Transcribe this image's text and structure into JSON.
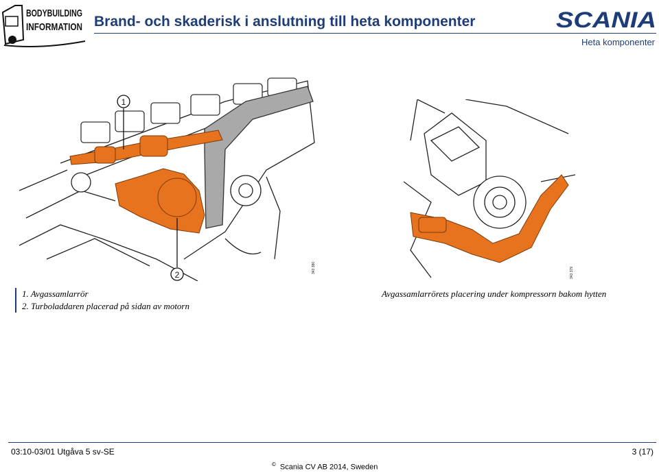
{
  "logo": {
    "line1": "BODYBUILDING",
    "line2": "INFORMATION"
  },
  "header": {
    "title": "Brand- och skaderisk i anslutning till heta komponenter",
    "brand": "SCANIA",
    "subtitle": "Heta komponenter"
  },
  "figure_left": {
    "callout1": "1",
    "callout2": "2",
    "ref": "343 380"
  },
  "figure_right": {
    "ref": "343 379"
  },
  "captions_left": [
    "1. Avgassamlarrör",
    "2. Turboladdaren placerad på sidan av motorn"
  ],
  "caption_right": "Avgassamlarrörets placering under kompressorn bakom hytten",
  "footer": {
    "doc_id": "03:10-03/01 Utgåva 5  sv-SE",
    "page": "3 (17)",
    "copyright_symbol": "©",
    "copyright": "Scania CV AB 2014, Sweden"
  },
  "colors": {
    "brand_blue": "#1e3c77",
    "hot_orange": "#e8731e"
  }
}
